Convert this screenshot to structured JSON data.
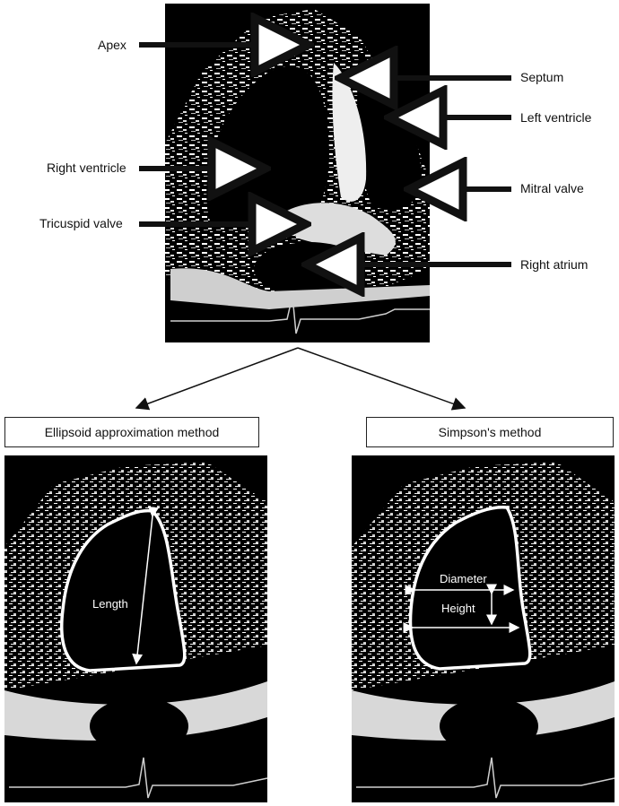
{
  "top_labels": {
    "apex": "Apex",
    "septum": "Septum",
    "left_ventricle": "Left ventricle",
    "right_ventricle": "Right ventricle",
    "mitral_valve": "Mitral valve",
    "tricuspid_valve": "Tricuspid valve",
    "right_atrium": "Right atrium"
  },
  "methods": {
    "ellipsoid": "Ellipsoid approximation method",
    "simpson": "Simpson's method"
  },
  "inline_labels": {
    "length": "Length",
    "diameter": "Diameter",
    "height": "Height"
  }
}
